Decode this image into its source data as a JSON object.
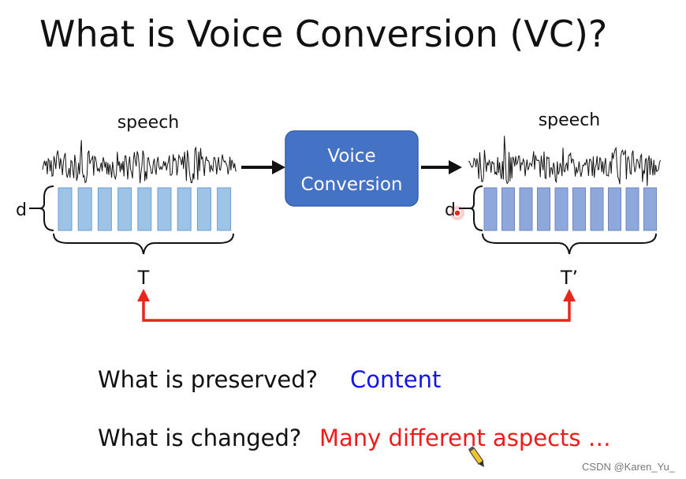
{
  "title": "What is Voice Conversion (VC)?",
  "input": {
    "label": "speech",
    "dim_label": "d",
    "length_label": "T"
  },
  "converter": {
    "line1": "Voice",
    "line2": "Conversion"
  },
  "output": {
    "label": "speech",
    "dim_label": "d",
    "length_label": "T’"
  },
  "questions": [
    {
      "question": "What is preserved?",
      "answer": "Content",
      "answer_color": "#1414e6"
    },
    {
      "question": "What is changed?",
      "answer": "Many different aspects …",
      "answer_color": "#ee1b1b"
    }
  ],
  "colors": {
    "vc_box": "#4472c4",
    "input_frames": "#9dc3e6",
    "output_frames": "#8fa8dc",
    "feedback_arrow": "#e8261c",
    "laser_pointer": "#e8261c"
  },
  "icons": [
    "pen-cursor-icon",
    "laser-pointer-icon"
  ],
  "watermark": "CSDN @Karen_Yu_"
}
